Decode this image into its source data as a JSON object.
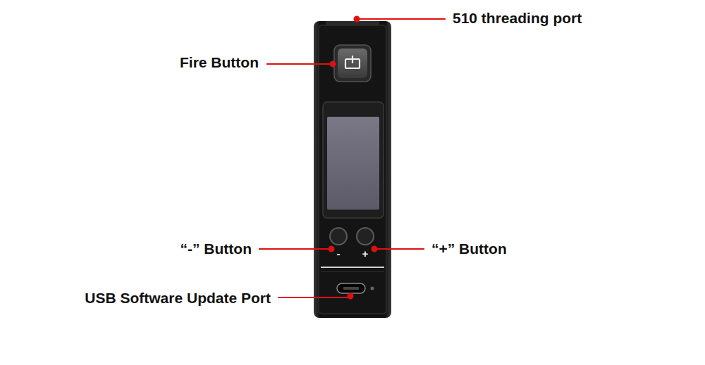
{
  "diagram": {
    "labels": [
      "510 threading port",
      "Fire Button",
      "“-” Button",
      "“+” Button",
      "USB Software Update Port",
      "-",
      "+"
    ]
  }
}
